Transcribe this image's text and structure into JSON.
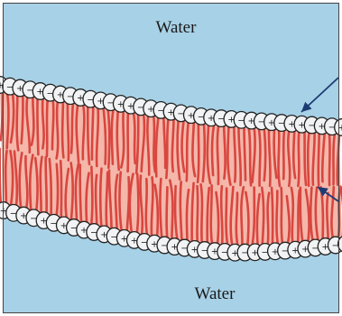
{
  "diagram": {
    "top_label": "Water",
    "bottom_label": "Water",
    "colors": {
      "water": "#a7d1e6",
      "interior": "#f4b7aa",
      "tail": "#d8463f",
      "head": "#f2f3f4",
      "outline": "#222222",
      "pointer": "#1d3b73",
      "frame": "#444444"
    },
    "top_leaflet_charges": [
      "+",
      "−",
      "+",
      "−",
      "+",
      "−",
      "+",
      "−",
      "+",
      "−",
      "+",
      "−",
      "+",
      "+",
      "−",
      "+",
      "−",
      "+",
      "−",
      "+",
      "−",
      "+",
      "−",
      "+",
      "−",
      "+",
      "−",
      "+",
      "−",
      "+",
      "+",
      "−",
      "+",
      "−",
      "+"
    ],
    "bottom_leaflet_charges": [
      "+",
      "−",
      "+",
      "−",
      "+",
      "−",
      "+",
      "−",
      "+",
      "−",
      "+",
      "−",
      "+",
      "+",
      "−",
      "+",
      "−",
      "+",
      "−",
      "+",
      "−",
      "+",
      "−",
      "+",
      "−",
      "+",
      "−",
      "+",
      "−",
      "+",
      "+",
      "−",
      "+",
      "−",
      "+"
    ],
    "pointers": [
      {
        "target": "polar-head"
      },
      {
        "target": "hydrophobic-tails"
      }
    ]
  }
}
